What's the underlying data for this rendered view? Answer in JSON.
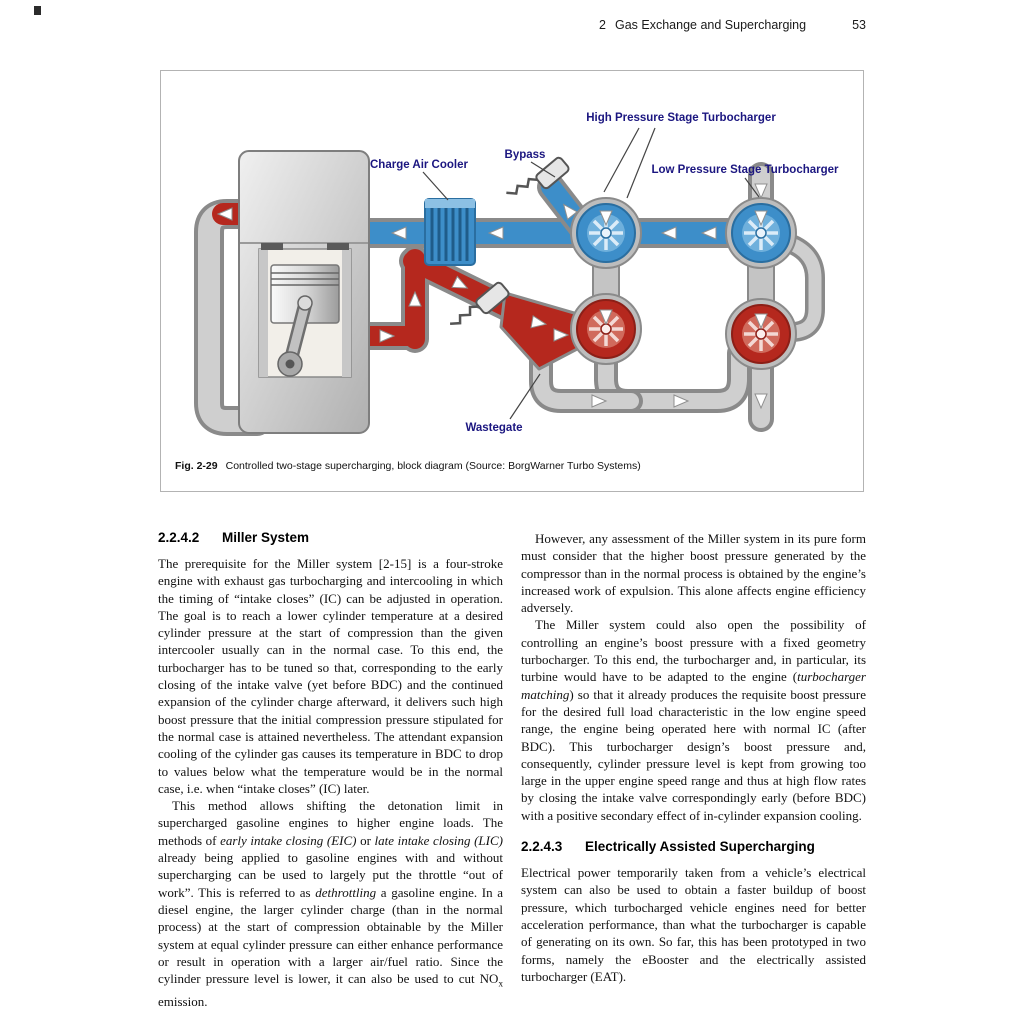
{
  "page": {
    "chapter_number": "2",
    "chapter_title": "Gas Exchange and Supercharging",
    "page_number": "53"
  },
  "figure": {
    "labels": {
      "charge_air_cooler": "Charge Air Cooler",
      "bypass": "Bypass",
      "hp_turbo": "High Pressure Stage Turbocharger",
      "lp_turbo": "Low Pressure Stage Turbocharger",
      "wastegate": "Wastegate"
    },
    "caption_label": "Fig. 2-29",
    "caption_text": "Controlled two-stage supercharging, block diagram (Source: BorgWarner Turbo Systems)",
    "colors": {
      "charge_air_blue": "#3d8ec9",
      "exhaust_red": "#b5281e",
      "pipe_gray": "#cfcfcf",
      "label_navy": "#1b1680"
    }
  },
  "content": {
    "left": {
      "heading": {
        "number": "2.2.4.2",
        "title": "Miller System"
      },
      "paragraphs": [
        {
          "segments": [
            {
              "text": "The prerequisite for the Miller system [2-15] is a four-stroke engine with exhaust gas turbocharging and intercooling in which the timing of “intake closes” (IC) can be adjusted in operation. The goal is to reach a lower cylinder temperature at a desired cylinder pressure at the start of compression than the given intercooler usually can in the normal case. To this end, the turbocharger has to be tuned so that, corresponding to the early closing of the intake valve (yet before BDC) and the continued expansion of the cylinder charge afterward, it delivers such high boost pressure that the initial compression pressure stipulated for the normal case is attained nevertheless. The attendant expansion cooling of the cylinder gas causes its temperature in BDC to drop to values below what the temperature would be in the normal case, i.e. when “intake closes” (IC) later."
            }
          ]
        },
        {
          "segments": [
            {
              "text": "This method allows shifting the detonation limit in supercharged gasoline engines to higher engine loads. The methods of "
            },
            {
              "text": "early intake closing (EIC)",
              "italic": true
            },
            {
              "text": " or "
            },
            {
              "text": "late intake closing (LIC)",
              "italic": true
            },
            {
              "text": " already being applied to gasoline engines with and without supercharging can be used to largely put the throttle “out of work”. This is referred to as "
            },
            {
              "text": "dethrottling",
              "italic": true
            },
            {
              "text": " a gasoline engine. In a diesel engine, the larger cylinder charge (than in the normal process) at the start of compression obtainable by the Miller system at equal cylinder pressure can either enhance performance or result in operation with a larger air/fuel ratio. Since the cylinder pressure level is lower, it can also be used to cut NO"
            },
            {
              "text": "x",
              "sub": true
            },
            {
              "text": " emission."
            }
          ]
        }
      ]
    },
    "right": {
      "heading": {
        "number": "2.2.4.3",
        "title": "Electrically Assisted Supercharging"
      },
      "paragraphs": [
        {
          "segments": [
            {
              "text": "However, any assessment of the Miller system in its pure form must consider that the higher boost pressure generated by the compressor than in the normal process is obtained by the engine’s increased work of expulsion. This alone affects engine efficiency adversely."
            }
          ]
        },
        {
          "segments": [
            {
              "text": "The Miller system could also open the possibility of controlling an engine’s boost pressure with a fixed geometry turbocharger. To this end, the turbocharger and, in particular, its turbine would have to be adapted to the engine ("
            },
            {
              "text": "turbocharger matching",
              "italic": true
            },
            {
              "text": ") so that it already produces the requisite boost pressure for the desired full load characteristic in the low engine speed range, the engine being operated here with normal IC (after BDC). This turbocharger design’s boost pressure and, consequently, cylinder pressure level is kept from growing too large in the upper engine speed range and thus at high flow rates by closing the intake valve correspondingly early (before BDC) with a positive secondary effect of in-cylinder expansion cooling."
            }
          ]
        },
        {
          "segments": [
            {
              "text": "Electrical power temporarily taken from a vehicle’s electrical system can also be used to obtain a faster buildup of boost pressure, which turbocharged vehicle engines need for better acceleration performance, than what the turbocharger is capable of generating on its own. So far, this has been prototyped in two forms, namely the eBooster and the electrically assisted turbocharger (EAT)."
            }
          ]
        }
      ]
    }
  }
}
